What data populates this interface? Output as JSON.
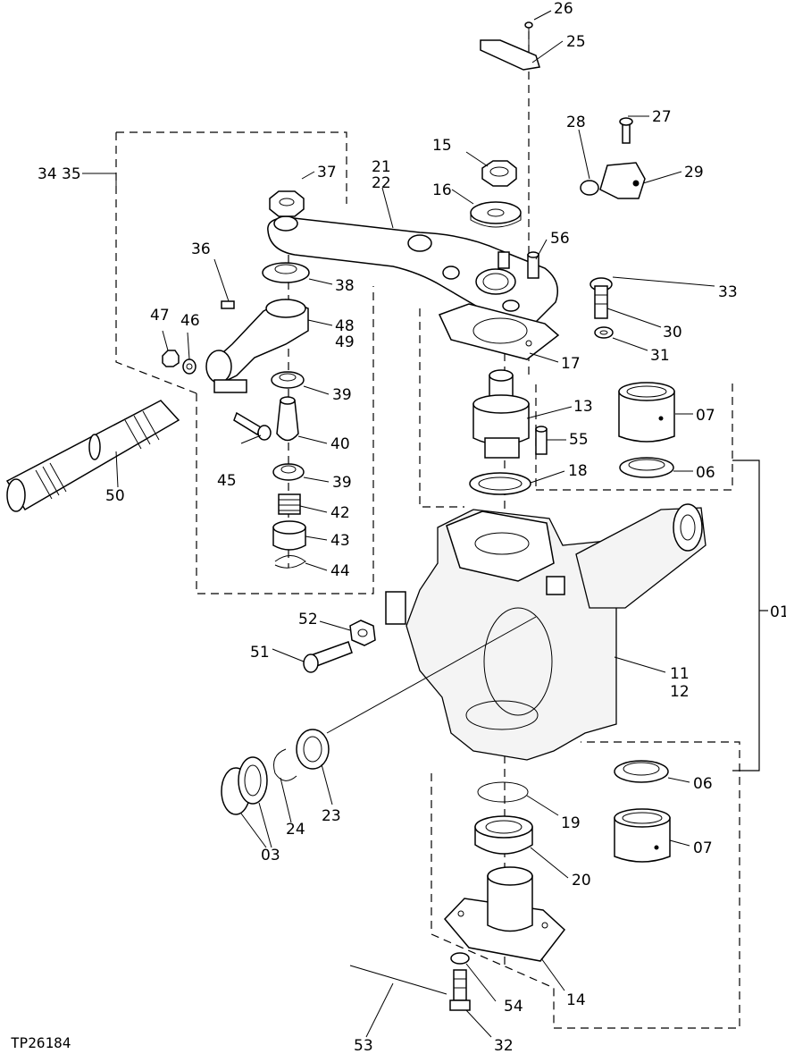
{
  "figure_id": "TP26184",
  "callouts": {
    "c01": "01",
    "c03": "03",
    "c06a": "06",
    "c06b": "06",
    "c07a": "07",
    "c07b": "07",
    "c11": "11",
    "c12": "12",
    "c13": "13",
    "c14": "14",
    "c15": "15",
    "c16": "16",
    "c17": "17",
    "c18": "18",
    "c19": "19",
    "c20": "20",
    "c21": "21",
    "c22": "22",
    "c23": "23",
    "c24": "24",
    "c25": "25",
    "c26": "26",
    "c27": "27",
    "c28": "28",
    "c29": "29",
    "c30": "30",
    "c31": "31",
    "c32": "32",
    "c33": "33",
    "c3435": "34 35",
    "c36": "36",
    "c37": "37",
    "c38": "38",
    "c39a": "39",
    "c39b": "39",
    "c40": "40",
    "c42": "42",
    "c43": "43",
    "c44": "44",
    "c45": "45",
    "c46": "46",
    "c47": "47",
    "c48": "48",
    "c49": "49",
    "c50": "50",
    "c51": "51",
    "c52": "52",
    "c53": "53",
    "c54": "54",
    "c55": "55",
    "c56": "56"
  }
}
